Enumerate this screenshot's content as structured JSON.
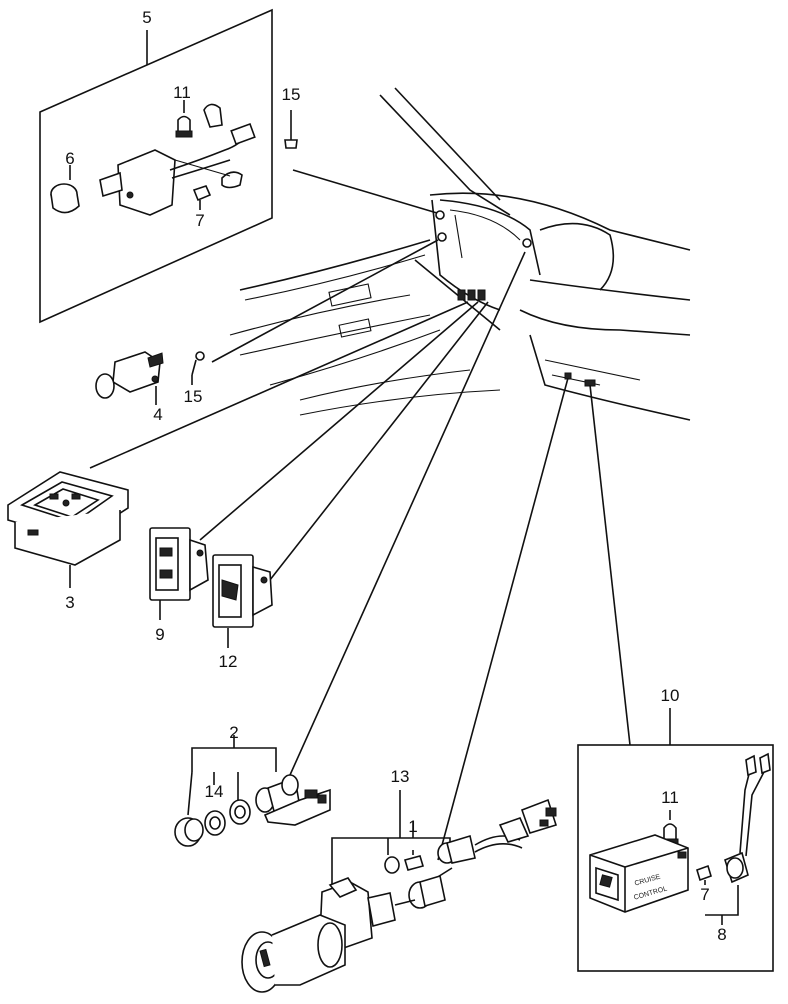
{
  "callouts": {
    "c1": "1",
    "c2": "2",
    "c3": "3",
    "c4": "4",
    "c5": "5",
    "c6": "6",
    "c7a": "7",
    "c7b": "7",
    "c8": "8",
    "c9": "9",
    "c10": "10",
    "c11a": "11",
    "c11b": "11",
    "c12": "12",
    "c13": "13",
    "c14": "14",
    "c15a": "15",
    "c15b": "15"
  },
  "switch_text": {
    "line1": "CRUISE",
    "line2": "CONTROL"
  }
}
